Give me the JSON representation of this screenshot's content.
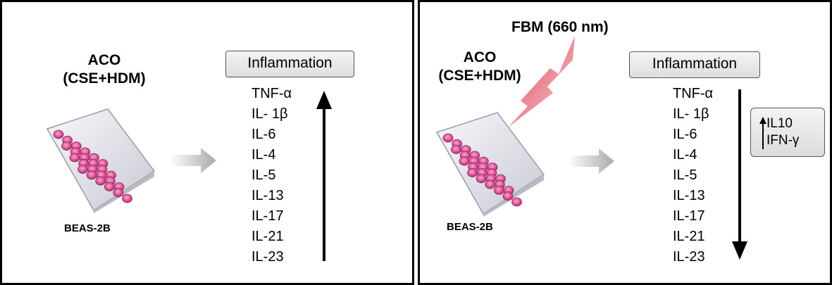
{
  "panels": [
    {
      "title_line1": "ACO",
      "title_line2": "(CSE+HDM)",
      "cell_line": "BEAS-2B",
      "inflammation_label": "Inflammation",
      "cytokines": [
        "TNF-α",
        "IL- 1β",
        "IL-6",
        "IL-4",
        "IL-5",
        "IL-13",
        "IL-17",
        "IL-21",
        "IL-23"
      ],
      "trend": "up"
    },
    {
      "treatment_label": "FBM (660 nm)",
      "title_line1": "ACO",
      "title_line2": "(CSE+HDM)",
      "cell_line": "BEAS-2B",
      "inflammation_label": "Inflammation",
      "cytokines": [
        "TNF-α",
        "IL- 1β",
        "IL-6",
        "IL-4",
        "IL-5",
        "IL-13",
        "IL-17",
        "IL-21",
        "IL-23"
      ],
      "trend": "down",
      "increased_markers": [
        "IL10",
        "IFN-γ"
      ],
      "increased_trend": "up"
    }
  ],
  "colors": {
    "well_plate": "#e0569a",
    "laser": "#e35a6a",
    "arrow_gray": "#b0b0b0",
    "box_fill": "#e6e6e6"
  },
  "icons": {
    "well_plate": "well-plate-icon",
    "laser": "laser-beam-icon",
    "process_arrow": "gray-right-arrow-icon",
    "trend_arrow": "vertical-arrow-icon"
  }
}
